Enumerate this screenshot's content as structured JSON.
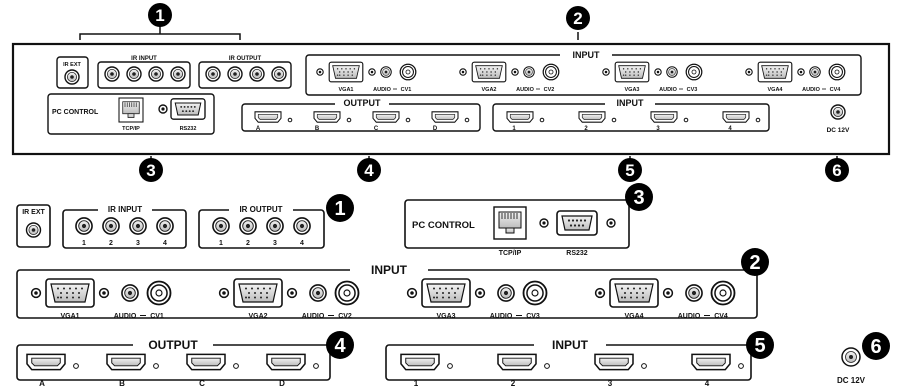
{
  "callouts": [
    "1",
    "2",
    "3",
    "4",
    "5",
    "6"
  ],
  "panel": {
    "ir_ext": "IR EXT",
    "ir_input": "IR INPUT",
    "ir_output": "IR OUTPUT",
    "ir_nums": [
      "1",
      "2",
      "3",
      "4"
    ],
    "pc_control": "PC CONTROL",
    "tcpip": "TCP/IP",
    "rs232": "RS232",
    "input_title": "INPUT",
    "output_title": "OUTPUT",
    "vga_labels": [
      "VGA1",
      "VGA2",
      "VGA3",
      "VGA4"
    ],
    "audio_label": "AUDIO",
    "cv_labels": [
      "CV1",
      "CV2",
      "CV3",
      "CV4"
    ],
    "output_ports": [
      "A",
      "B",
      "C",
      "D"
    ],
    "input_ports": [
      "1",
      "2",
      "3",
      "4"
    ],
    "dc": "DC 12V"
  },
  "icons": {
    "ethernet": "ethernet-port-icon",
    "serial": "db9-serial-port-icon",
    "vga": "vga-port-icon",
    "hdmi": "hdmi-port-icon",
    "jack": "audio-jack-icon",
    "rca": "rca-port-icon",
    "dc": "dc-power-jack-icon"
  },
  "colors": {
    "ink": "#111111",
    "port_fill": "#d9d9d9",
    "badge": "#000000"
  }
}
